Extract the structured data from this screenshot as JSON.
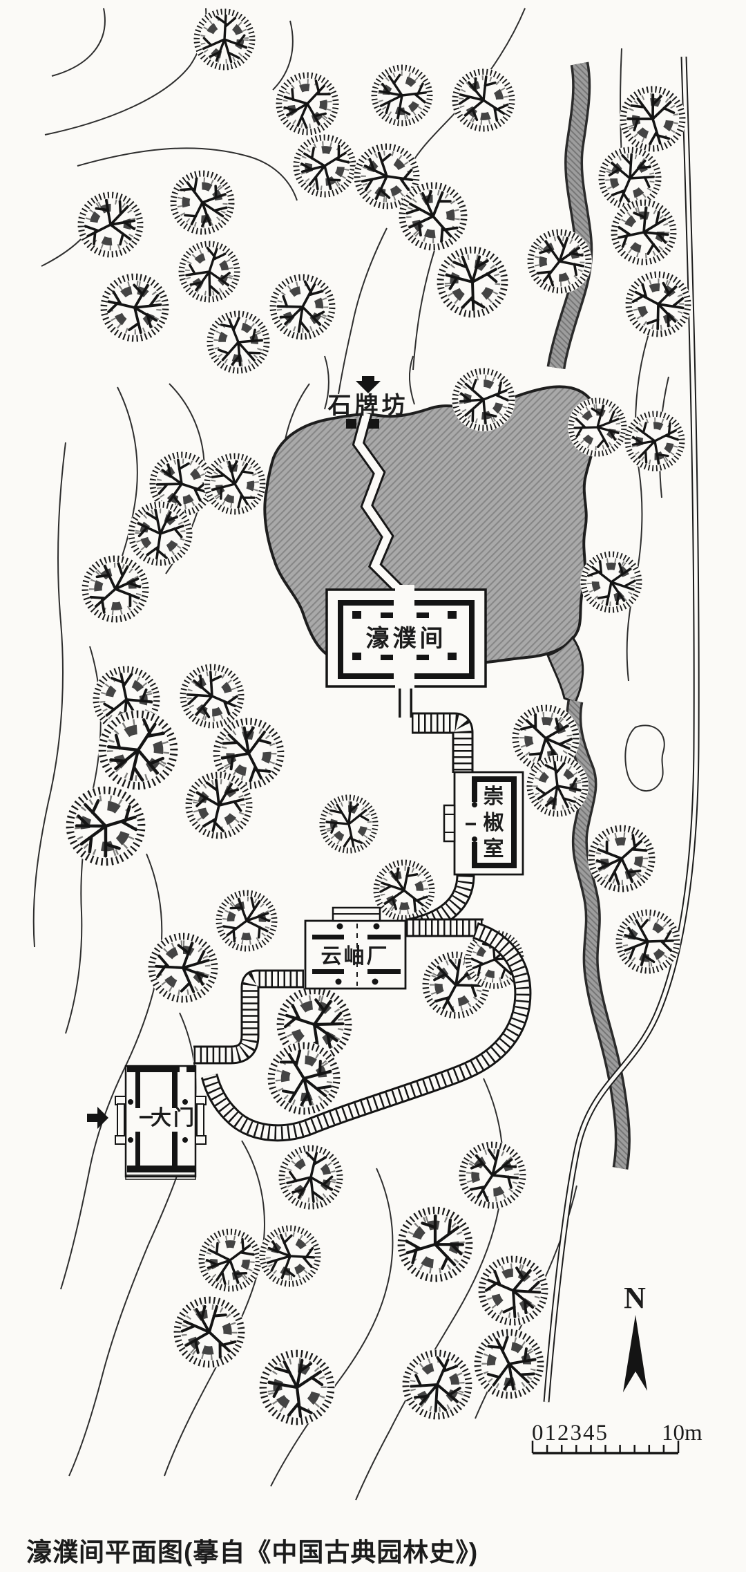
{
  "caption": "濠濮间平面图(摹自《中国古典园林史》)",
  "labels": {
    "stone_archway": "石牌坊",
    "hall_haopujian": "濠濮间",
    "room_chongjiao_chars": [
      "崇",
      "椒",
      "室"
    ],
    "hall_yunxiu": "云岫厂",
    "main_gate": "大门",
    "north": "N"
  },
  "scale_bar": {
    "numbers": "012345",
    "unit_label": "10m",
    "tick_count": 11
  },
  "colors": {
    "ink": "#1c1c1c",
    "water_fill": "#a9a9a9",
    "water_hatch": "#868686",
    "paper": "#fbfaf7"
  },
  "trees": [
    [
      325,
      57,
      45,
      0
    ],
    [
      445,
      150,
      46,
      40
    ],
    [
      582,
      138,
      45,
      80
    ],
    [
      700,
      145,
      46,
      120
    ],
    [
      945,
      172,
      48,
      160
    ],
    [
      912,
      258,
      46,
      200
    ],
    [
      160,
      325,
      48,
      240
    ],
    [
      195,
      445,
      50,
      280
    ],
    [
      293,
      293,
      47,
      320
    ],
    [
      303,
      393,
      45,
      15
    ],
    [
      470,
      240,
      46,
      55
    ],
    [
      560,
      255,
      48,
      95
    ],
    [
      627,
      313,
      50,
      135
    ],
    [
      684,
      408,
      52,
      175
    ],
    [
      810,
      378,
      47,
      215
    ],
    [
      932,
      336,
      48,
      255
    ],
    [
      953,
      440,
      48,
      295
    ],
    [
      345,
      495,
      46,
      335
    ],
    [
      438,
      444,
      48,
      25
    ],
    [
      700,
      578,
      46,
      65
    ],
    [
      263,
      700,
      47,
      105
    ],
    [
      340,
      700,
      45,
      145
    ],
    [
      232,
      772,
      47,
      185
    ],
    [
      167,
      852,
      49,
      225
    ],
    [
      865,
      618,
      43,
      265
    ],
    [
      885,
      842,
      45,
      305
    ],
    [
      183,
      1012,
      49,
      345
    ],
    [
      200,
      1085,
      58,
      30
    ],
    [
      153,
      1195,
      58,
      70
    ],
    [
      307,
      1007,
      47,
      110
    ],
    [
      360,
      1090,
      52,
      150
    ],
    [
      317,
      1165,
      49,
      190
    ],
    [
      357,
      1332,
      45,
      230
    ],
    [
      265,
      1400,
      51,
      270
    ],
    [
      790,
      1068,
      49,
      310
    ],
    [
      807,
      1137,
      45,
      350
    ],
    [
      900,
      1242,
      49,
      45
    ],
    [
      938,
      1362,
      47,
      85
    ],
    [
      585,
      1288,
      45,
      125
    ],
    [
      505,
      1192,
      43,
      165
    ],
    [
      660,
      1425,
      49,
      205
    ],
    [
      716,
      1388,
      43,
      245
    ],
    [
      455,
      1482,
      55,
      285
    ],
    [
      440,
      1560,
      53,
      325
    ],
    [
      450,
      1703,
      47,
      10
    ],
    [
      333,
      1823,
      46,
      50
    ],
    [
      420,
      1817,
      45,
      90
    ],
    [
      303,
      1927,
      52,
      130
    ],
    [
      430,
      2007,
      55,
      170
    ],
    [
      713,
      1700,
      49,
      210
    ],
    [
      630,
      1800,
      55,
      250
    ],
    [
      743,
      1867,
      51,
      290
    ],
    [
      737,
      1973,
      51,
      330
    ],
    [
      633,
      2003,
      51,
      20
    ],
    [
      948,
      638,
      44,
      60
    ]
  ]
}
